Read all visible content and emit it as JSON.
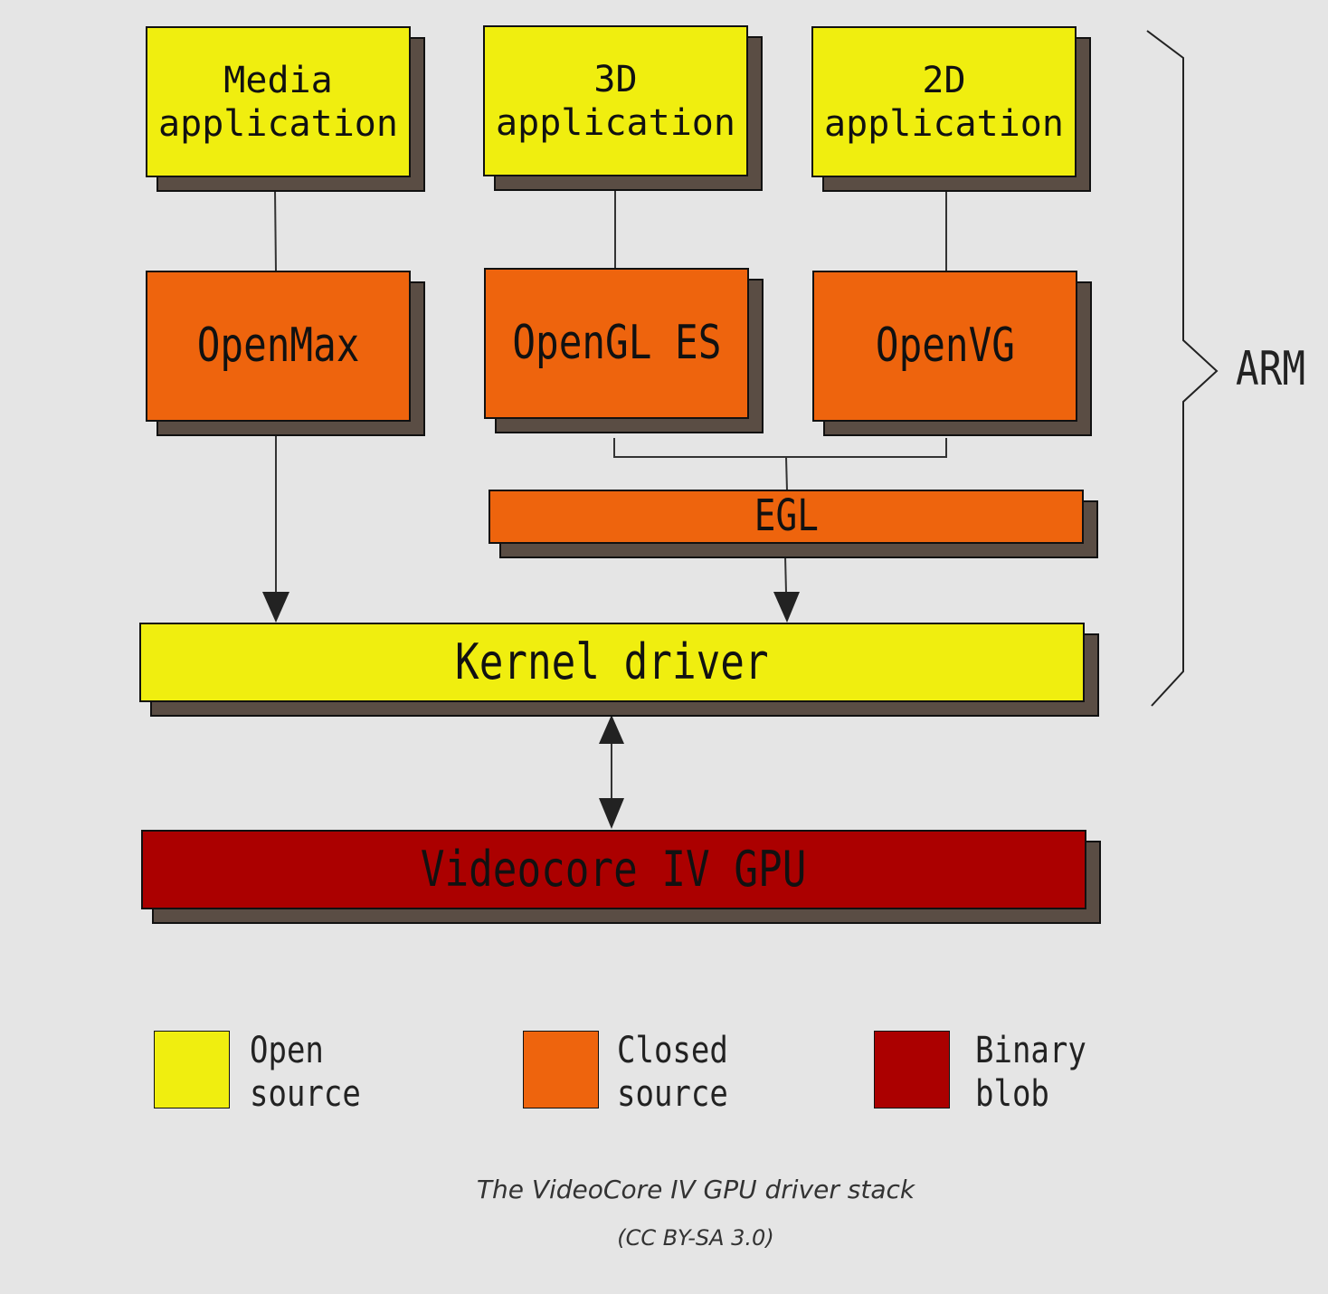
{
  "diagram": {
    "applications": {
      "media": "Media\napplication",
      "threed": "3D\napplication",
      "twod": "2D\napplication"
    },
    "apis": {
      "openmax": "OpenMax",
      "opengl_es": "OpenGL ES",
      "openvg": "OpenVG"
    },
    "egl": "EGL",
    "kernel_driver": "Kernel driver",
    "gpu": "Videocore IV GPU",
    "arm_label": "ARM"
  },
  "legend": [
    {
      "label": "Open\nsource",
      "color": "#f0ee0f"
    },
    {
      "label": "Closed\nsource",
      "color": "#ee640d"
    },
    {
      "label": "Binary\nblob",
      "color": "#ab0000"
    }
  ],
  "caption": {
    "title": "The VideoCore IV GPU driver stack",
    "license": "(CC BY-SA 3.0)"
  }
}
